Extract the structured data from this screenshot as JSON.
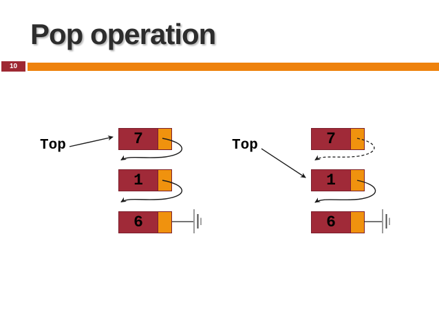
{
  "slide": {
    "title": "Pop operation",
    "page_number": "10"
  },
  "colors": {
    "title_text": "#2d2d2d",
    "accent_bar": "#ee820d",
    "page_box": "#9e2833",
    "node_value_fill": "#a02a38",
    "node_pointer_fill": "#f0920e",
    "node_border": "#7a1e2b",
    "arrow": "#1a1a1a"
  },
  "diagrams": {
    "before": {
      "name": "stack-before-pop",
      "top_label": "Top",
      "top_points_to": "7",
      "nodes": [
        {
          "value": "7",
          "next": "1",
          "link_style": "solid"
        },
        {
          "value": "1",
          "next": "6",
          "link_style": "solid"
        },
        {
          "value": "6",
          "next": "null",
          "link_style": "ground"
        }
      ]
    },
    "after": {
      "name": "stack-after-pop",
      "top_label": "Top",
      "top_points_to": "1",
      "nodes": [
        {
          "value": "7",
          "next": "1",
          "link_style": "dashed"
        },
        {
          "value": "1",
          "next": "6",
          "link_style": "solid"
        },
        {
          "value": "6",
          "next": "null",
          "link_style": "ground"
        }
      ]
    }
  }
}
